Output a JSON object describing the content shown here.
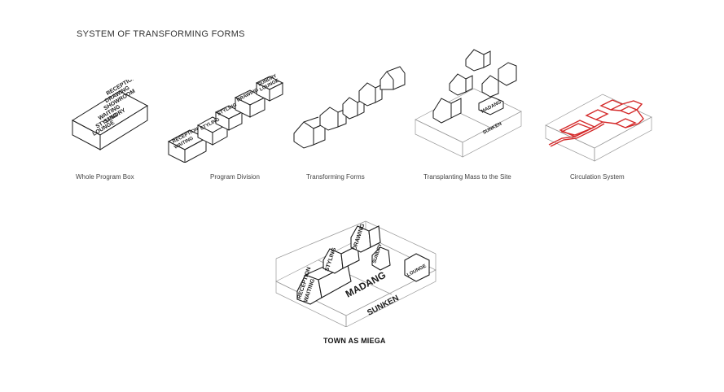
{
  "title": "SYSTEM OF TRANSFORMING FORMS",
  "stages": [
    {
      "caption": "Whole Program Box",
      "box_text": [
        "RECEPTION",
        "DRAWING",
        "SHOWROOM",
        "WAITING",
        "SUNDRY",
        "STYLING",
        "LOUNGE"
      ]
    },
    {
      "caption": "Program Division",
      "box_text": [
        "RECEPTION",
        "WAITING",
        "STYLING",
        "STYLING",
        "DRAWING",
        "SUNDRY",
        "LOUNGE"
      ]
    },
    {
      "caption": "Transforming Forms"
    },
    {
      "caption": "Transplanting Mass to the Site",
      "box_text": [
        "SUNKEN",
        "MADANG"
      ]
    },
    {
      "caption": "Circulation System"
    }
  ],
  "final": {
    "caption": "TOWN AS MIEGA",
    "labels": [
      "RECEPTION",
      "WAITING",
      "STYLING",
      "DRAWING",
      "MADANG",
      "SUNKEN",
      "SUNDRY",
      "LOUNGE"
    ]
  },
  "colors": {
    "line": "#1a1a1a",
    "circulation": "#d42a2a",
    "ghost": "#999999"
  }
}
